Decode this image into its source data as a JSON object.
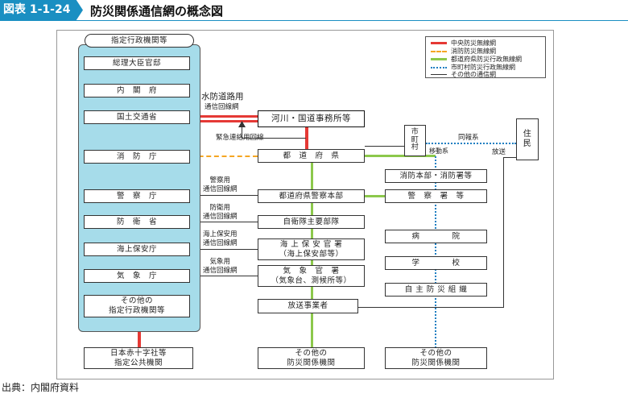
{
  "header": {
    "figure_number": "図表 1-1-24",
    "title": "防災関係通信網の概念図"
  },
  "source": "出典：内閣府資料",
  "legend": [
    {
      "label": "中央防災無線網",
      "color": "#e53935",
      "style": "solid"
    },
    {
      "label": "消防防災無線網",
      "color": "#f5a623",
      "style": "dashed"
    },
    {
      "label": "都道府県防災行政無線網",
      "color": "#8cc84b",
      "style": "solid"
    },
    {
      "label": "市町村防災行政無線網",
      "color": "#1e7fc2",
      "style": "dotted"
    },
    {
      "label": "その他の通信網",
      "color": "#333333",
      "style": "solid"
    }
  ],
  "left_column": {
    "header": "指定行政機関等",
    "items": [
      "総理大臣官邸",
      "内　閣　府",
      "国土交通省",
      "消　防　庁",
      "警　察　庁",
      "防　衛　省",
      "海上保安庁",
      "気　象　庁",
      "その他の\n指定行政機関等"
    ],
    "bottom": "日本赤十字社等\n指定公共機関"
  },
  "center_column": {
    "river": "河川・国道事務所等",
    "prefecture": "都　道　府　県",
    "police_hq": "都道府県警察本部",
    "sdf_hq": "自衛隊主要部隊",
    "coast_guard": "海 上 保 安 官 署\n（海上保安部等）",
    "meteo": "気　象　官　署\n（気象台、測候所等）",
    "broadcaster": "放送事業者",
    "bottom": "その他の\n防災関係機関"
  },
  "right_column": {
    "municipality": "市\n町\n村",
    "residents": "住\n民",
    "fire_hq": "消防本部・消防署等",
    "police_station": "警　察　署　等",
    "hospital": "病　　　　院",
    "school": "学　　　　校",
    "voluntary": "自 主 防 災 組 織",
    "bottom": "その他の\n防災関係機関"
  },
  "labels": {
    "flood": "水防道路用",
    "flood_comm": "通信回線網",
    "emergency": "緊急連絡用回線",
    "police_line": "警察用\n通信回線網",
    "defense_line": "防衛用\n通信回線網",
    "coast_line": "海上保安用\n通信回線網",
    "meteo_line": "気象用\n通信回線網",
    "dowho": "同報系",
    "ido": "移動系",
    "broadcast": "放送"
  }
}
